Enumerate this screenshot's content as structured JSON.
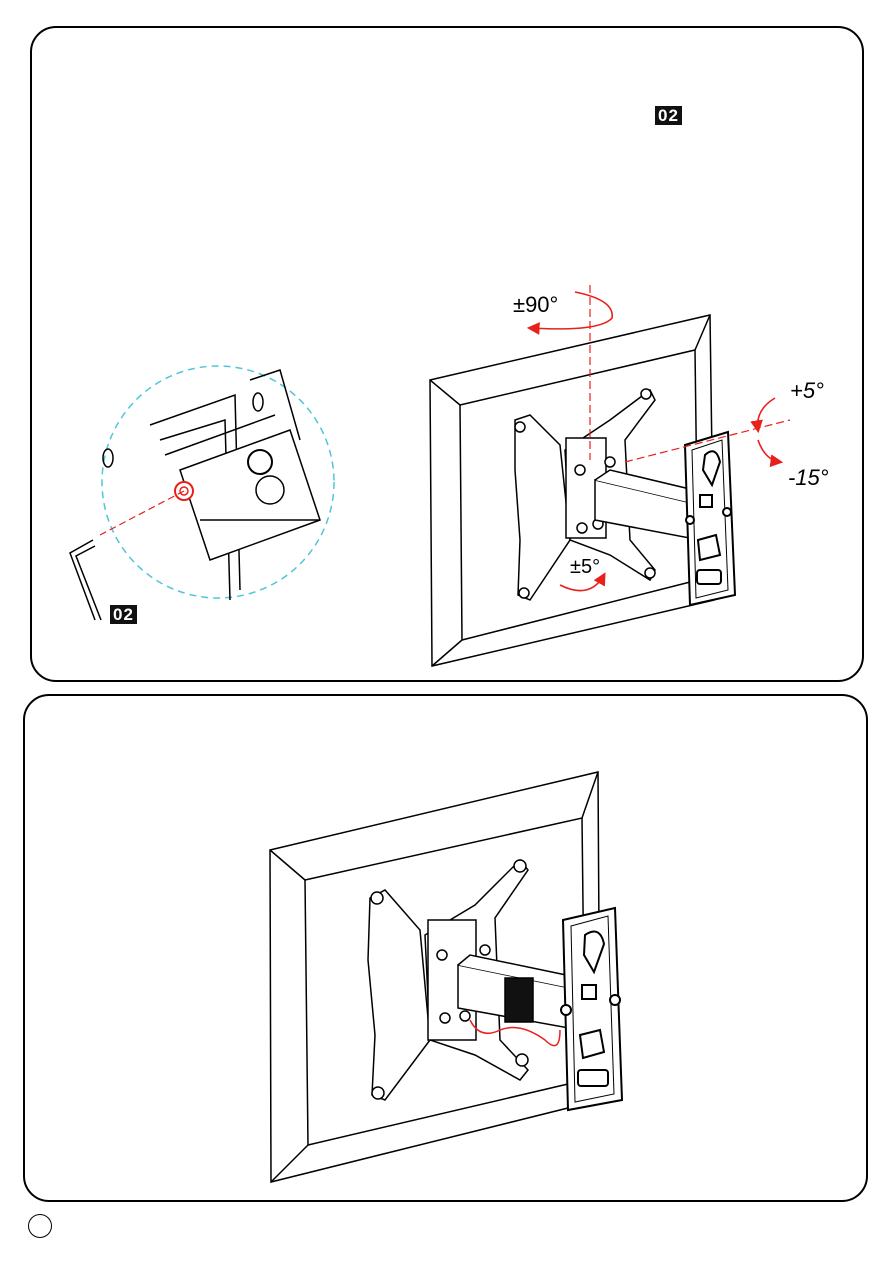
{
  "step_top": {
    "part_tag_header": "02",
    "part_tag_tool": "02",
    "swivel_label": "±90°",
    "tilt_up_label": "+5°",
    "tilt_down_label": "-15°",
    "rotate_label": "±5°",
    "accent_colors": {
      "arrow": "#e8201c",
      "callout_circle": "#4fc6d8"
    },
    "icons": [
      "allen-key-icon",
      "bolt-icon",
      "rotation-arrow-icon"
    ]
  },
  "step_bottom": {
    "accent_colors": {
      "cable": "#e8201c"
    }
  }
}
